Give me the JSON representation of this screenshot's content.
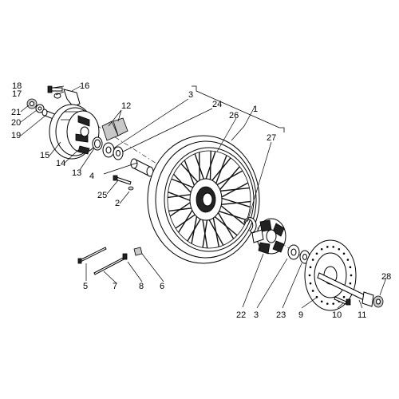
{
  "diagram": {
    "callouts": {
      "c1": "1",
      "c2": "2",
      "c3a": "3",
      "c3b": "3",
      "c4": "4",
      "c5": "5",
      "c6": "6",
      "c7": "7",
      "c8": "8",
      "c9": "9",
      "c10": "10",
      "c11": "11",
      "c12": "12",
      "c13": "13",
      "c14": "14",
      "c15": "15",
      "c16": "16",
      "c17": "17",
      "c18": "18",
      "c19": "19",
      "c20": "20",
      "c21": "21",
      "c22": "22",
      "c23": "23",
      "c24": "24",
      "c25": "25",
      "c26": "26",
      "c27": "27",
      "c28": "28"
    }
  }
}
